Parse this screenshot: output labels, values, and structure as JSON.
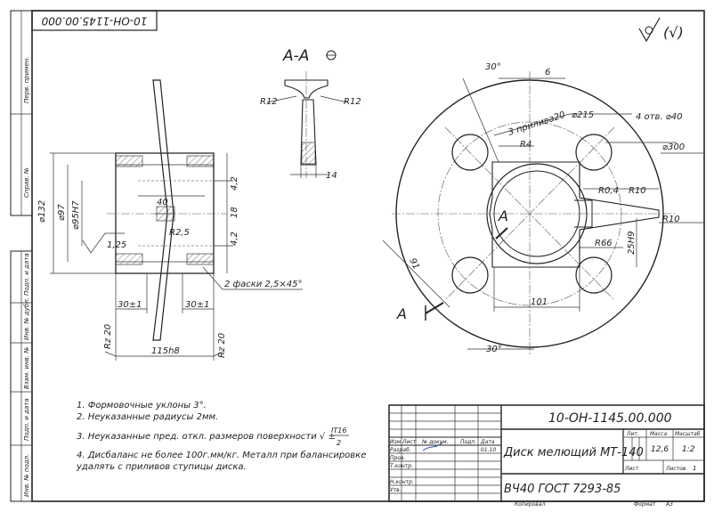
{
  "corner_stamp": "10-ОН-1145.00.000",
  "roughness_mark": "(√)",
  "section_label": "А-А",
  "side_strip": {
    "perv_primen": "Перв. примен.",
    "sprav_no": "Справ. №",
    "podp_data_1": "Подп. и дата",
    "inv_dubl": "Инв. № дубл.",
    "vzam_inv": "Взам. инв. №",
    "podp_data_2": "Подп. и дата",
    "inv_podl": "Инв. № подл."
  },
  "left_view": {
    "d132": "⌀132",
    "d97": "⌀97",
    "d95": "⌀95Н7",
    "rough125": "1,25",
    "dim40": "40",
    "r25": "R2,5",
    "d42a": "4,2",
    "d18": "18",
    "d42b": "4,2",
    "chamfer": "2 фаски 2,5×45°",
    "d30a": "30±1",
    "d30b": "30±1",
    "rz20a": "Rz 20",
    "rz20b": "Rz 20",
    "d115": "115h8"
  },
  "section_view": {
    "r12a": "R12",
    "r12b": "R12",
    "d14": "14"
  },
  "main_view": {
    "ang30a": "30°",
    "d6": "6",
    "pril": "3 прилива20",
    "d215": "⌀215",
    "holes": "4 отв. ⌀40",
    "d300": "⌀300",
    "r4": "R4",
    "r04": "R0,4",
    "r10a": "R10",
    "r10b": "R10",
    "a_mark": "А",
    "a_cut": "А",
    "d91": "91",
    "r66": "R66",
    "d25": "25H9",
    "d101": "101",
    "ang30b": "30°"
  },
  "notes": [
    "1. Формовочные уклоны 3°.",
    "2. Неуказанные радиусы 2мм.",
    "3. Неуказанные пред. откл. размеров поверхности √ ±",
    "4. Дисбаланс не более 100г.мм/кг. Металл при балансировке",
    "удалять с приливов ступицы диска."
  ],
  "note3_frac_top": "IT16",
  "note3_frac_bot": "2",
  "title_block": {
    "doc_number": "10-ОН-1145.00.000",
    "title": "Диск мелющий МТ-140",
    "material": "ВЧ40 ГОСТ 7293-85",
    "col_izm": "Изм",
    "col_list": "Лист",
    "col_doc": "№ докум.",
    "col_podp": "Подп.",
    "col_data": "Дата",
    "row_razrab": "Разраб.",
    "row_prov": "Пров.",
    "row_tkontr": "Т.контр.",
    "row_nkontr": "Н.контр.",
    "row_utv": "Утв.",
    "date_val": "01.10",
    "lit": "Лит.",
    "massa": "Масса",
    "masshtab": "Масштаб",
    "massa_val": "12,6",
    "masshtab_val": "1:2",
    "list": "Лист",
    "listov": "Листов",
    "listov_val": "1",
    "kopiroval": "Копировал",
    "format": "Формат",
    "format_val": "А3"
  }
}
